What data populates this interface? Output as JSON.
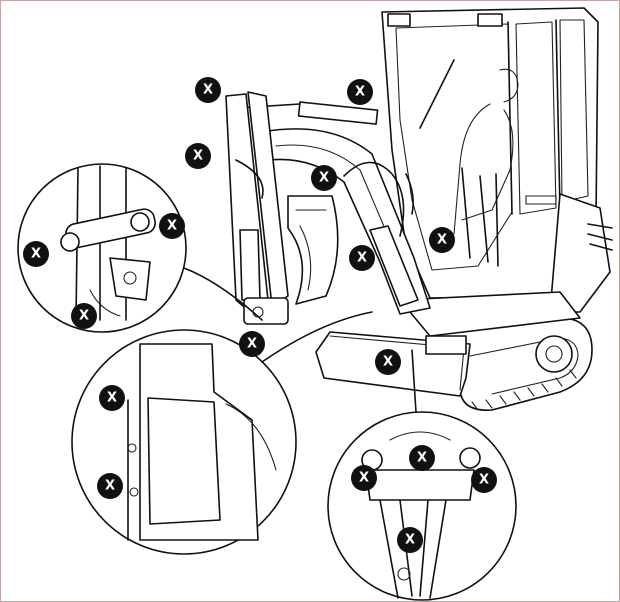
{
  "diagram": {
    "marker_label": "X",
    "markers": [
      {
        "id": "boom-top-pin"
      },
      {
        "id": "boom-cylinder-rod"
      },
      {
        "id": "boom-side-fitting"
      },
      {
        "id": "dipper-pin"
      },
      {
        "id": "swing-cylinder-pin"
      },
      {
        "id": "cab-side-fitting"
      },
      {
        "id": "bucket-link-pin"
      },
      {
        "id": "detail-a-pin-left"
      },
      {
        "id": "detail-a-pin-right"
      },
      {
        "id": "detail-a-lower"
      },
      {
        "id": "frame-pivot"
      },
      {
        "id": "cab-post-top"
      },
      {
        "id": "detail-b-upper"
      },
      {
        "id": "detail-b-lower"
      },
      {
        "id": "detail-c-left"
      },
      {
        "id": "detail-c-mid"
      },
      {
        "id": "detail-c-right"
      },
      {
        "id": "detail-c-bottom"
      }
    ],
    "colors": {
      "line": "#111111",
      "marker": "#111111",
      "marker_text": "#ffffff",
      "frame": "#c9a4a4"
    }
  }
}
